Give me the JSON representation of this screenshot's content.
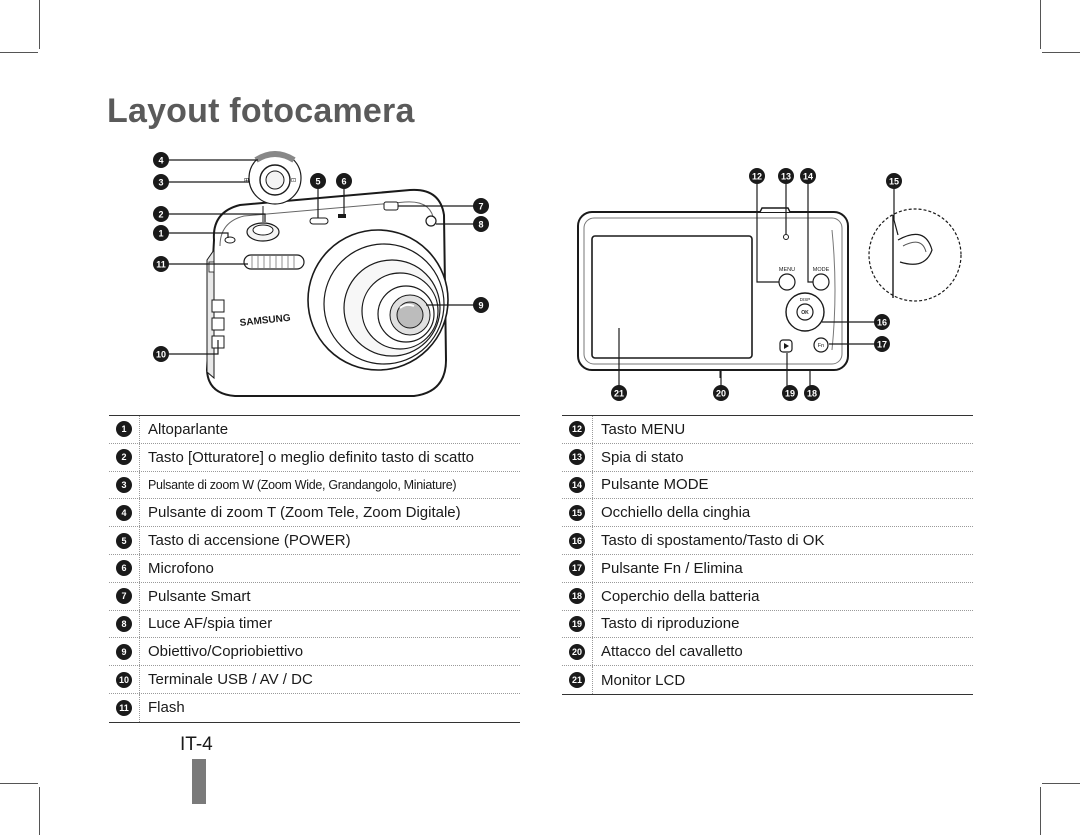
{
  "title": "Layout fotocamera",
  "brand": "SAMSUNG",
  "camera_labels": {
    "menu": "MENU",
    "mode": "MODE",
    "disp": "DISP",
    "ok": "OK",
    "fn": "Fn"
  },
  "legend_left": [
    {
      "num": "1",
      "text": "Altoparlante"
    },
    {
      "num": "2",
      "text": "Tasto [Otturatore] o meglio definito tasto di scatto"
    },
    {
      "num": "3",
      "text": "Pulsante di zoom W (Zoom Wide, Grandangolo, Miniature)"
    },
    {
      "num": "4",
      "text": "Pulsante di zoom T (Zoom Tele, Zoom Digitale)"
    },
    {
      "num": "5",
      "text": "Tasto di accensione (POWER)"
    },
    {
      "num": "6",
      "text": "Microfono"
    },
    {
      "num": "7",
      "text": "Pulsante Smart"
    },
    {
      "num": "8",
      "text": "Luce AF/spia timer"
    },
    {
      "num": "9",
      "text": "Obiettivo/Copriobiettivo"
    },
    {
      "num": "10",
      "text": "Terminale USB / AV / DC"
    },
    {
      "num": "11",
      "text": "Flash"
    }
  ],
  "legend_right": [
    {
      "num": "12",
      "text": "Tasto MENU"
    },
    {
      "num": "13",
      "text": "Spia di stato"
    },
    {
      "num": "14",
      "text": "Pulsante MODE"
    },
    {
      "num": "15",
      "text": "Occhiello della cinghia"
    },
    {
      "num": "16",
      "text": "Tasto di spostamento/Tasto di OK"
    },
    {
      "num": "17",
      "text": "Pulsante Fn / Elimina"
    },
    {
      "num": "18",
      "text": "Coperchio della batteria"
    },
    {
      "num": "19",
      "text": "Tasto di riproduzione"
    },
    {
      "num": "20",
      "text": "Attacco del cavalletto"
    },
    {
      "num": "21",
      "text": "Monitor LCD"
    }
  ],
  "page_number": "IT-4"
}
